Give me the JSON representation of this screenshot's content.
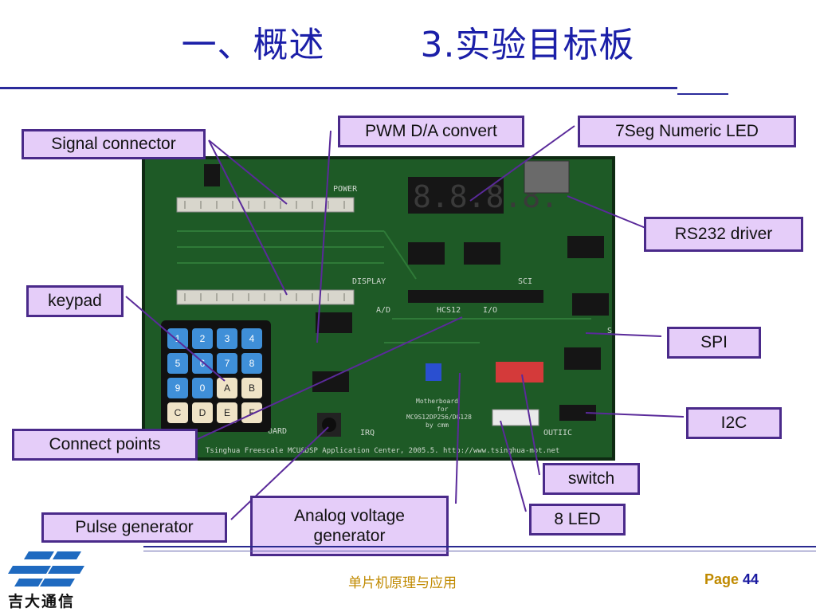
{
  "slide": {
    "title": "一、概述        3.实验目标板",
    "footer_center": "单片机原理与应用",
    "page_label": "Page",
    "page_number": "44",
    "logo_text": "吉大通信"
  },
  "labels": {
    "signal_connector": "Signal connector",
    "pwm": "PWM D/A convert",
    "seg_led": "7Seg Numeric LED",
    "rs232": "RS232 driver",
    "keypad": "keypad",
    "spi": "SPI",
    "i2c": "I2C",
    "connect_points": "Connect points",
    "switch": "switch",
    "led8": "8 LED",
    "pulse": "Pulse generator",
    "analog_line1": "Analog voltage",
    "analog_line2": "generator"
  },
  "board": {
    "keys": [
      "1",
      "2",
      "3",
      "4",
      "5",
      "6",
      "7",
      "8",
      "9",
      "0",
      "A",
      "B",
      "C",
      "D",
      "E",
      "F"
    ],
    "seg_digits": "8.8.8.8.",
    "silk": {
      "power": "POWER",
      "display": "DISPLAY",
      "sci": "SCI",
      "ad": "A/D",
      "hcs12": "HCS12",
      "io": "I/O",
      "irq": "IRQ",
      "oard": "OARD",
      "motherboard": "Motherboard",
      "for": "for",
      "mcu": "MC9S12DP256/DG128",
      "bycmm": "by cmm",
      "footer": "Tsinghua Freescale MCU&DSP Application Center, 2005.5.  http://www.tsinghua-mot.net",
      "out": "OUT",
      "iic": "IIC",
      "spi_silk": "SP"
    }
  },
  "colors": {
    "title": "#1b1fa8",
    "label_fill": "#e5cdf9",
    "label_border": "#4a2a8a",
    "board": "#1e5a26",
    "footer_text": "#c08a00"
  }
}
